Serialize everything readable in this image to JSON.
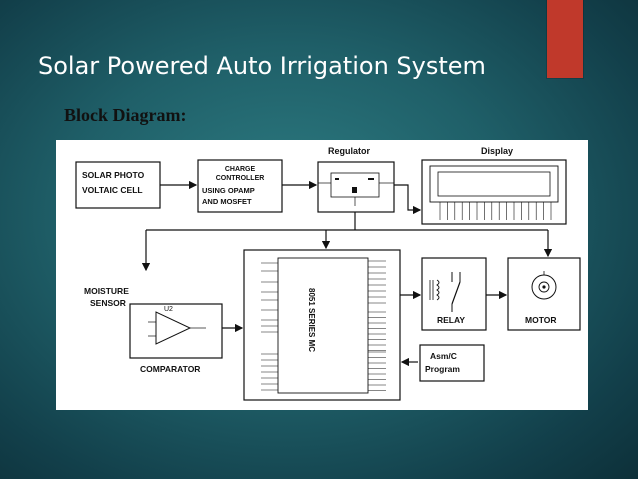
{
  "slide": {
    "title": "Solar Powered Auto Irrigation System",
    "subtitle": "Block Diagram:",
    "accent_color": "#c0392b"
  },
  "diagram": {
    "solar_line1": "SOLAR PHOTO",
    "solar_line2": "VOLTAIC CELL",
    "charge_line1": "CHARGE",
    "charge_line2": "CONTROLLER",
    "charge_line3": "USING OPAMP",
    "charge_line4": "AND MOSFET",
    "regulator_label": "Regulator",
    "display_label": "Display",
    "moisture_line1": "MOISTURE",
    "moisture_line2": "SENSOR",
    "opamp_label": "U2",
    "comparator_label": "COMPARATOR",
    "mcu_label": "8051 SERIES MC",
    "relay_label": "RELAY",
    "motor_label": "MOTOR",
    "program_line1": "Asm/C",
    "program_line2": "Program"
  }
}
